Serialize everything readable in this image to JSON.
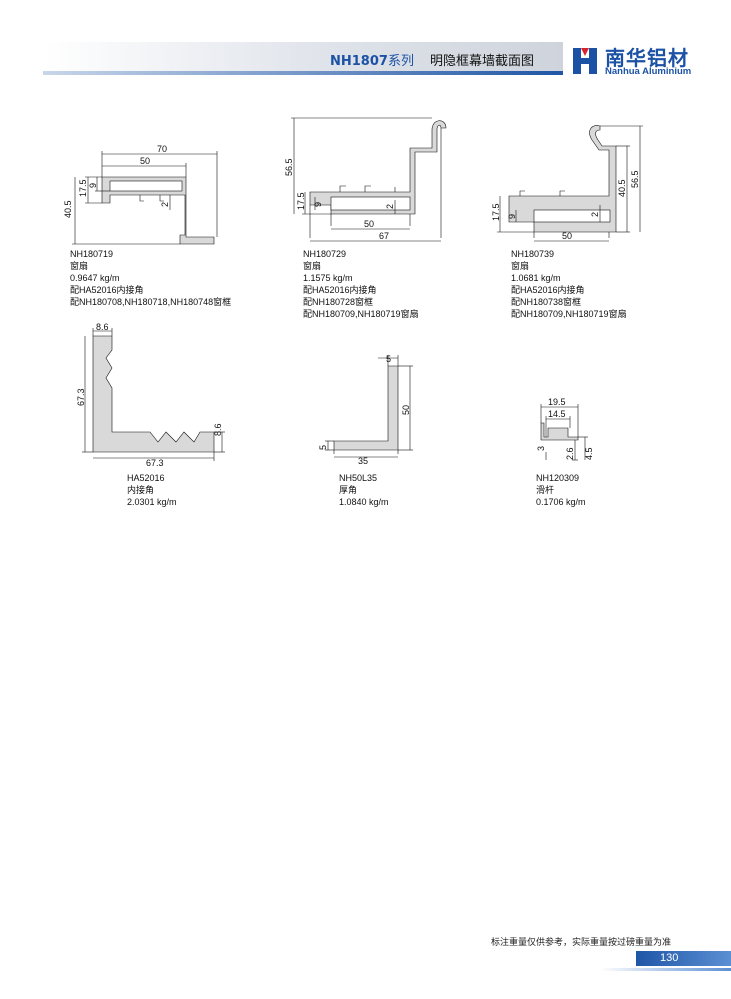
{
  "header": {
    "series_code": "NH1807",
    "series_suffix": "系列",
    "title": "明隐框幕墙截面图",
    "brand_cn": "南华铝材",
    "brand_en": "Nanhua Aluminium",
    "brand_color": "#1c52a5"
  },
  "profiles": [
    {
      "code": "NH180719",
      "name": "窗扇",
      "weight": "0.9647 kg/m",
      "notes": [
        "配HA52016内接角",
        "配NH180708,NH180718,NH180748窗框"
      ],
      "dims": {
        "d70": "70",
        "d50": "50",
        "d17_5": "17.5",
        "d9": "9",
        "d40_5": "40.5",
        "d2": "2"
      }
    },
    {
      "code": "NH180729",
      "name": "窗扇",
      "weight": "1.1575 kg/m",
      "notes": [
        "配HA52016内接角",
        "配NH180728窗框",
        "配NH180709,NH180719窗扇"
      ],
      "dims": {
        "d56_5": "56.5",
        "d17_5": "17.5",
        "d9": "9",
        "d2": "2",
        "d50": "50",
        "d67": "67"
      }
    },
    {
      "code": "NH180739",
      "name": "窗扇",
      "weight": "1.0681 kg/m",
      "notes": [
        "配HA52016内接角",
        "配NH180738窗框",
        "配NH180709,NH180719窗扇"
      ],
      "dims": {
        "d17_5": "17.5",
        "d9": "9",
        "d2": "2",
        "d40_5": "40.5",
        "d56_5": "56.5",
        "d50": "50"
      }
    },
    {
      "code": "HA52016",
      "name": "内接角",
      "weight": "2.0301 kg/m",
      "notes": [],
      "dims": {
        "d8_6a": "8.6",
        "d67_3a": "67.3",
        "d67_3b": "67.3",
        "d8_6b": "8.6"
      }
    },
    {
      "code": "NH50L35",
      "name": "厚角",
      "weight": "1.0840 kg/m",
      "notes": [],
      "dims": {
        "d5a": "5",
        "d50": "50",
        "d5b": "5",
        "d35": "35"
      }
    },
    {
      "code": "NH120309",
      "name": "滑杆",
      "weight": "0.1706 kg/m",
      "notes": [],
      "dims": {
        "d19_5": "19.5",
        "d14_5": "14.5",
        "d3": "3",
        "d2_6": "2.6",
        "d4_5": "4.5"
      }
    }
  ],
  "footer": {
    "note": "标注重量仅供参考，实际重量按过磅重量为准",
    "page_number": "130"
  }
}
